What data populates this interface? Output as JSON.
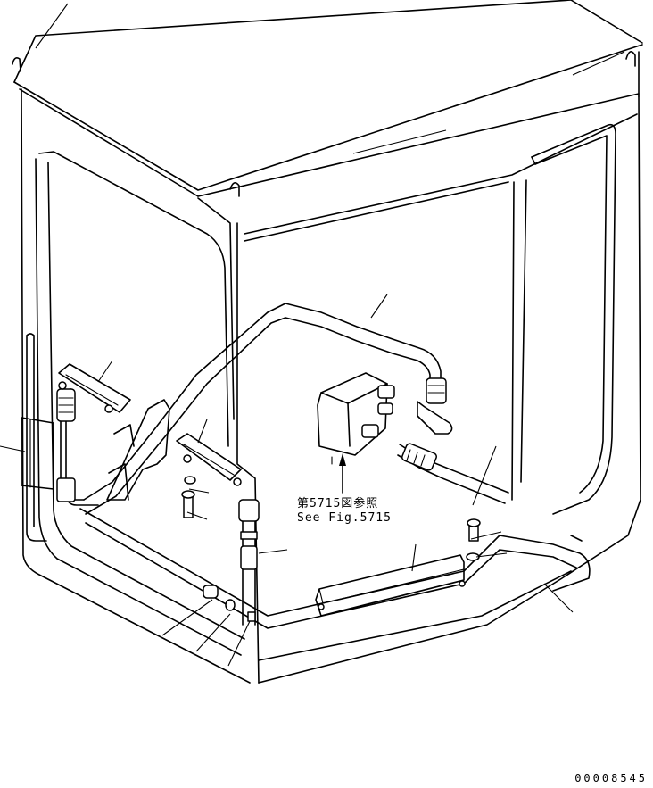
{
  "diagram": {
    "reference_note": {
      "japanese": "第5715図参照",
      "english": "See Fig.5715"
    },
    "document_number": "00008545"
  }
}
